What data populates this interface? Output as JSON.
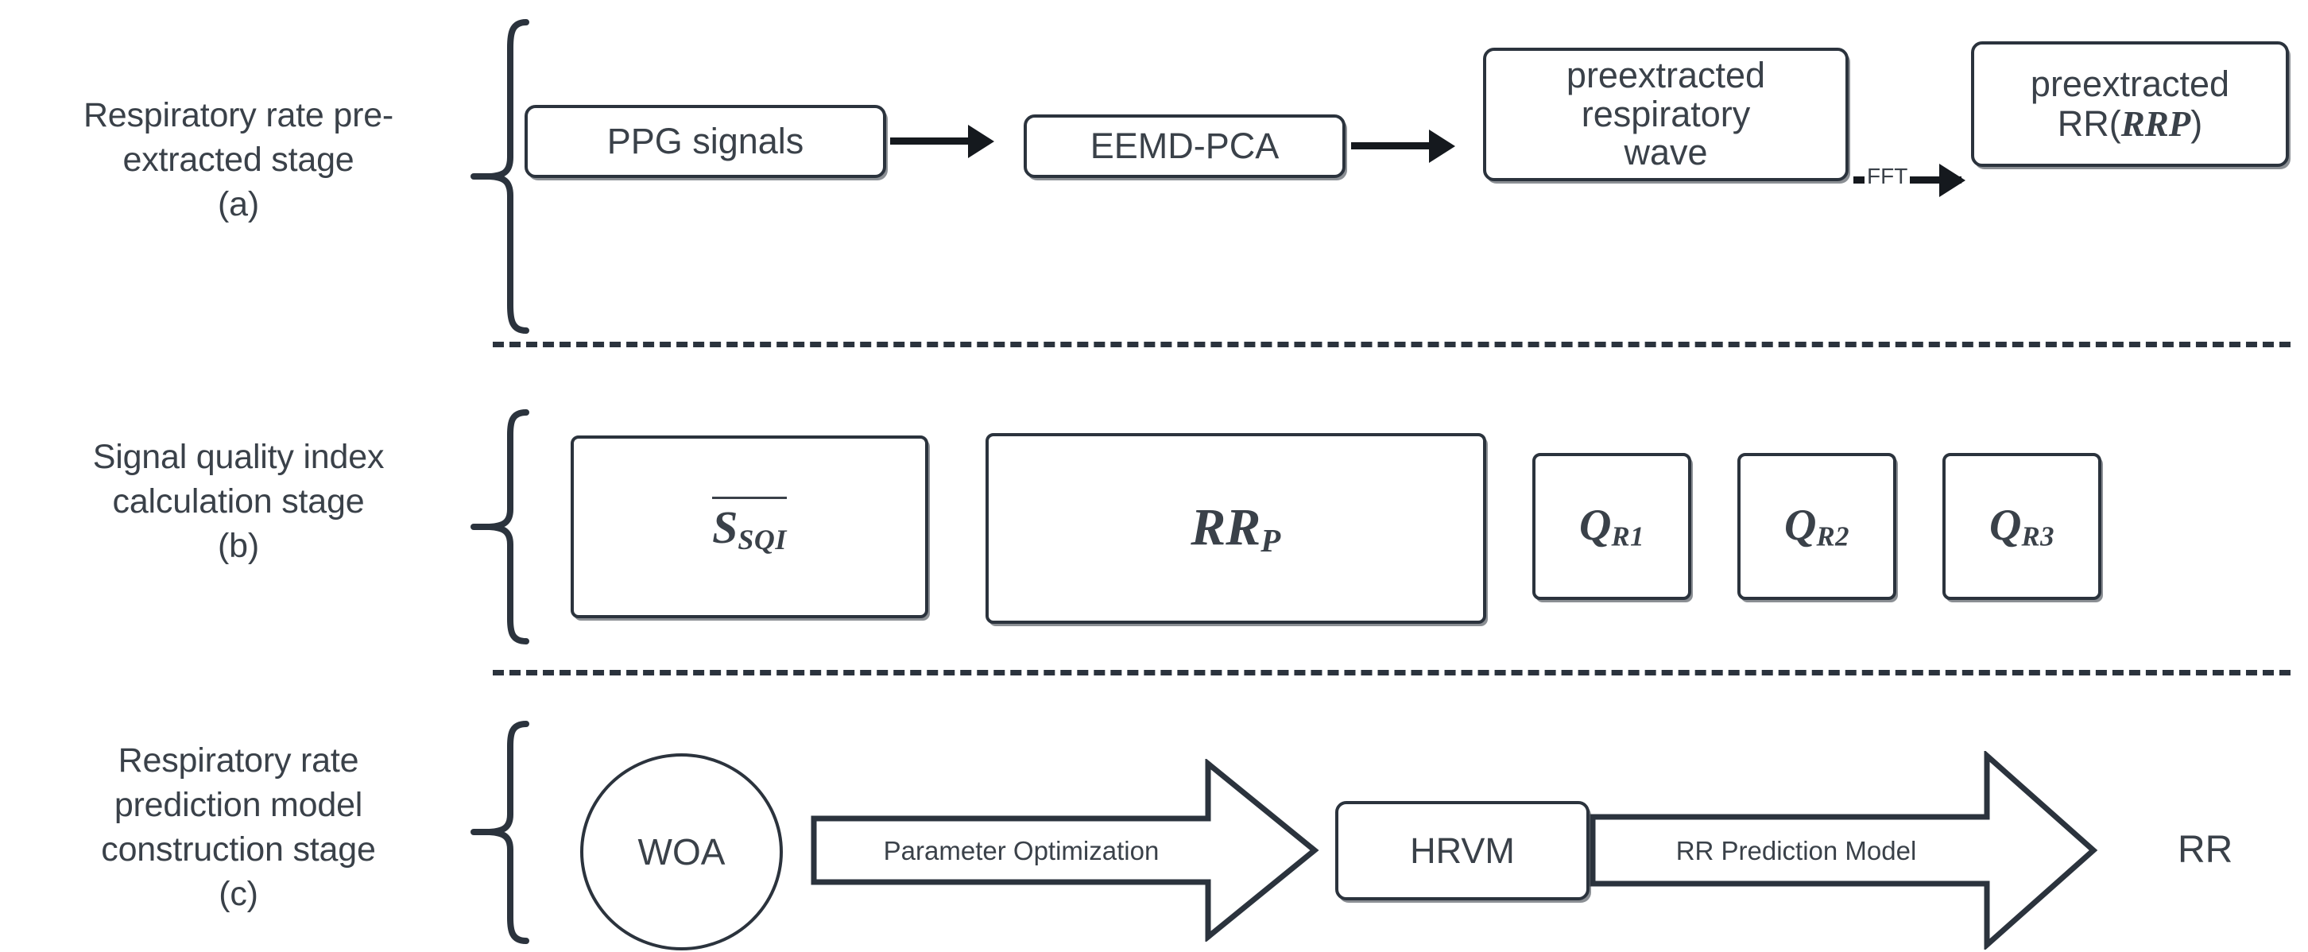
{
  "figure": {
    "title": "Respiratory rate estimation framework block diagram",
    "stroke_color": "#2b333d",
    "text_color": "#3a4149",
    "background": "#ffffff"
  },
  "stages": [
    {
      "id": "a",
      "label_line1": "Respiratory rate pre-",
      "label_line2": "extracted stage",
      "label_caption": "(a)"
    },
    {
      "id": "b",
      "label_line1": "Signal quality index",
      "label_line2": "calculation stage",
      "label_caption": "(b)"
    },
    {
      "id": "c",
      "label_line1": "Respiratory rate",
      "label_line2": "prediction model",
      "label_line3": "construction stage",
      "label_caption": "(c)"
    }
  ],
  "row_a": {
    "nodes": [
      {
        "id": "ppg",
        "label": "PPG signals"
      },
      {
        "id": "eemd_pca",
        "label": "EEMD-PCA"
      },
      {
        "id": "prewave",
        "label_line1": "preextracted",
        "label_line2": "respiratory",
        "label_line3": "wave"
      },
      {
        "id": "prerr",
        "label_line1": "preextracted",
        "label_prefix": "RR(",
        "label_math": "RR",
        "label_sub": "P",
        "label_suffix": ")"
      }
    ],
    "arrows": [
      {
        "id": "a1",
        "label": ""
      },
      {
        "id": "a2",
        "label": ""
      },
      {
        "id": "a3",
        "label": "FFT"
      }
    ]
  },
  "row_b": {
    "nodes": [
      {
        "id": "ssqi",
        "math": "S",
        "sub": "SQI",
        "overbar": true
      },
      {
        "id": "rrp",
        "math": "RR",
        "sub": "P",
        "overbar": false
      },
      {
        "id": "qr1",
        "math": "Q",
        "sub": "R1",
        "overbar": false
      },
      {
        "id": "qr2",
        "math": "Q",
        "sub": "R2",
        "overbar": false
      },
      {
        "id": "qr3",
        "math": "Q",
        "sub": "R3",
        "overbar": false
      }
    ]
  },
  "row_c": {
    "woa": "WOA",
    "hrvm": "HRVM",
    "output": "RR",
    "arrow1_label": "Parameter Optimization",
    "arrow2_label": "RR Prediction Model"
  }
}
